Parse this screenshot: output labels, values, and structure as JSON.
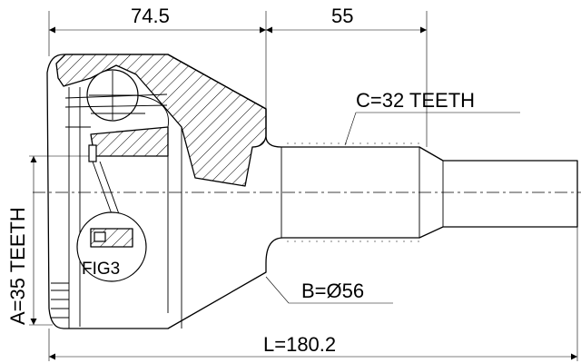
{
  "diagram": {
    "dimensions": {
      "outer_length": "74.5",
      "shaft_length": "55",
      "total_length": "L=180.2"
    },
    "labels": {
      "outer_spline": "A=35 TEETH",
      "shaft_spline": "C=32 TEETH",
      "seal_diameter": "B=Ø56",
      "figure": "FIG3"
    }
  }
}
